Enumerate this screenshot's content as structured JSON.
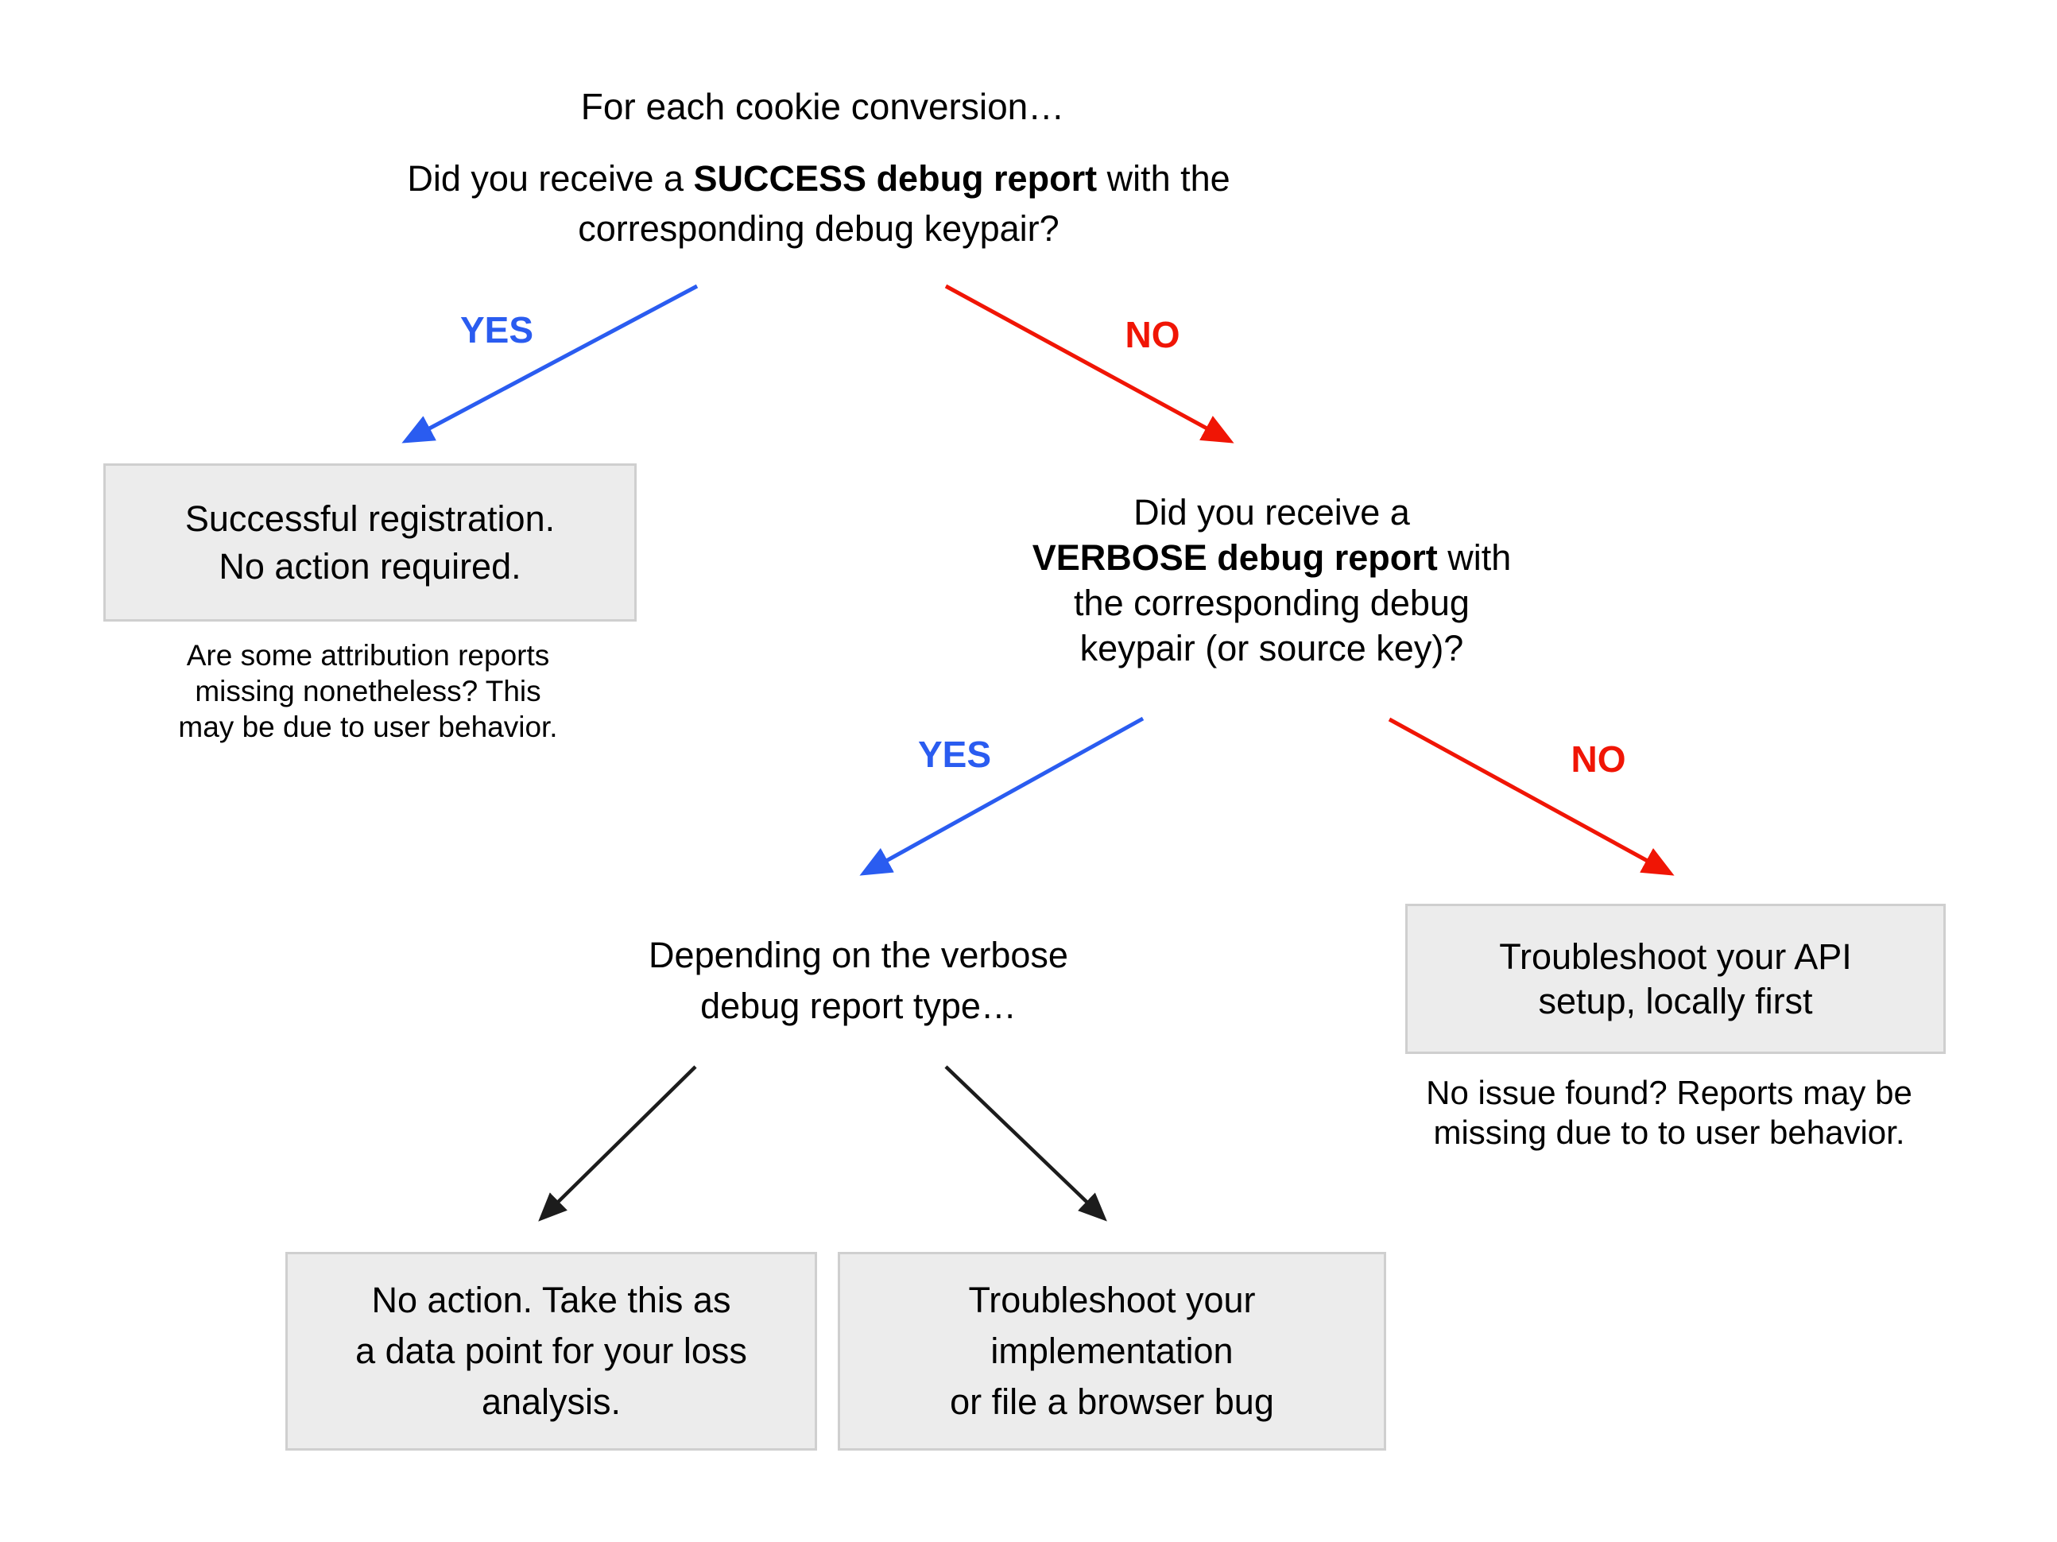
{
  "colors": {
    "yes_blue": "#2a5cf0",
    "no_red": "#f01505",
    "neutral_black": "#1c1c1c",
    "box_bg": "#ececec",
    "text": "#000000"
  },
  "root_question": {
    "intro": "For each cookie conversion…",
    "line1_pre": "Did you receive a ",
    "line1_bold": "SUCCESS debug report",
    "line1_post": " with the",
    "line2": "corresponding debug keypair?"
  },
  "branch1": {
    "yes": "YES",
    "no": "NO"
  },
  "success_box": {
    "lines": [
      "Successful registration.",
      "No action required."
    ]
  },
  "success_note": {
    "lines": [
      "Are some attribution reports",
      "missing nonetheless? This",
      "may be due to user behavior."
    ]
  },
  "verbose_question": {
    "line1": "Did you receive a",
    "line2_bold": "VERBOSE debug report",
    "line2_post": " with",
    "line3": "the corresponding debug",
    "line4": "keypair (or source key)?"
  },
  "branch2": {
    "yes": "YES",
    "no": "NO"
  },
  "depending": {
    "lines": [
      "Depending on the verbose",
      "debug report type…"
    ]
  },
  "api_box": {
    "lines": [
      "Troubleshoot your API",
      "setup, locally first"
    ]
  },
  "api_note": {
    "lines": [
      "No issue found? Reports may be",
      "missing due to to user behavior."
    ]
  },
  "no_action_box": {
    "lines": [
      "No action. Take this as",
      "a data point for your loss",
      "analysis."
    ]
  },
  "troubleshoot_box": {
    "lines": [
      "Troubleshoot your",
      "implementation",
      "or file a browser bug"
    ]
  }
}
